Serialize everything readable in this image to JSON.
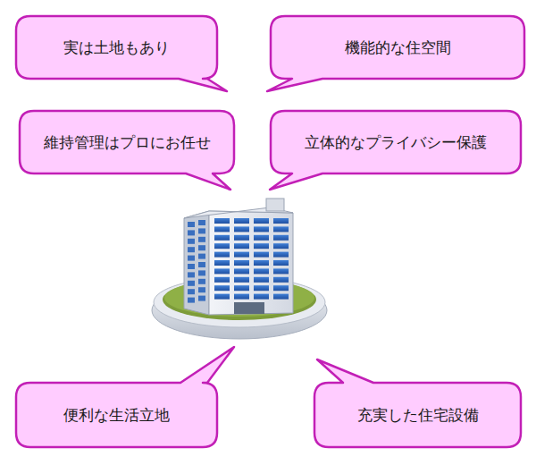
{
  "diagram": {
    "nodes": [
      {
        "text": [
          "実は土地もあり"
        ]
      },
      {
        "text": [
          "機能的な住空間"
        ]
      },
      {
        "text": [
          "維持管理はプロにお任せ"
        ]
      },
      {
        "text": [
          "立体的なプライバシー保護"
        ]
      },
      {
        "text": [
          "便利な生活立地"
        ]
      },
      {
        "text": [
          "充実した住宅設備"
        ]
      }
    ]
  }
}
